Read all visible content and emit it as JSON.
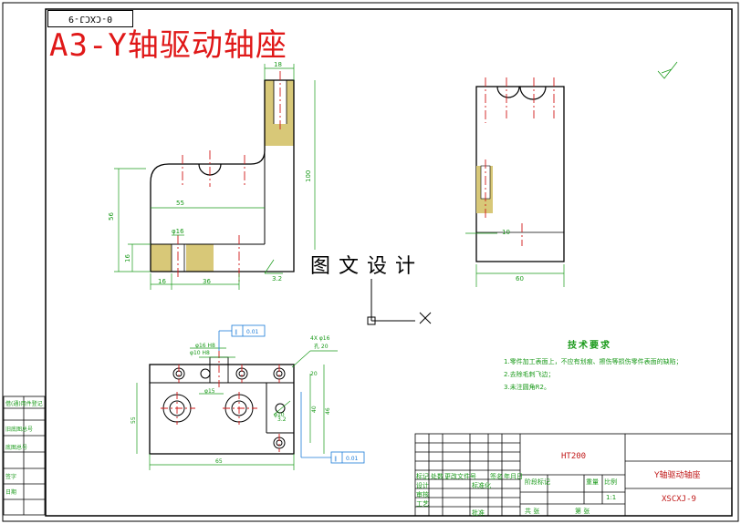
{
  "title_block_tag": "0-CXCJ-9",
  "drawing_title": "A3-Y轴驱动轴座",
  "watermark_text": "图文设计",
  "technical_requirements": {
    "heading": "技术要求",
    "items": [
      "1.零件加工表面上，不应有划痕、擦伤等损伤零件表面的缺陷；",
      "2.去除毛刺飞边；",
      "3.未注圆角R2。"
    ]
  },
  "front_view": {
    "dims": [
      "18",
      "100",
      "55",
      "56",
      "16",
      "φ16",
      "16",
      "36"
    ],
    "roughness": "3.2"
  },
  "side_view": {
    "dims": [
      "10",
      "60"
    ]
  },
  "bottom_view": {
    "dims": [
      "φ16 H8",
      "φ10 H8",
      "φ15",
      "φ10",
      "65",
      "40",
      "46",
      "55",
      "20",
      "3.2"
    ],
    "hole_callout": [
      "4X φ16",
      "孔 20"
    ],
    "tolerance_1": {
      "symbol": "∥",
      "value": "0.01"
    },
    "tolerance_2": {
      "symbol": "∥",
      "value": "0.01"
    }
  },
  "title_block": {
    "material": "HT200",
    "part_name": "Y轴驱动轴座",
    "drawing_no": "XSCXJ-9",
    "labels": [
      "标记",
      "处数",
      "更改文件号",
      "签名",
      "年月日",
      "设计",
      "标准化",
      "审核",
      "工艺",
      "批准",
      "阶段标记",
      "重量",
      "比例",
      "共 张",
      "第 张"
    ],
    "scale": "1:1"
  },
  "side_border_labels": [
    "借(通)用件登记",
    "旧底图总号",
    "底图总号",
    "签字",
    "日期"
  ],
  "colors": {
    "border": "#000000",
    "outline": "#000000",
    "dimension": "#1a9a1a",
    "centerline": "#d01818",
    "hatch": "#d8c878",
    "tolerance": "#1a7ad8",
    "title_red": "#e01818"
  }
}
